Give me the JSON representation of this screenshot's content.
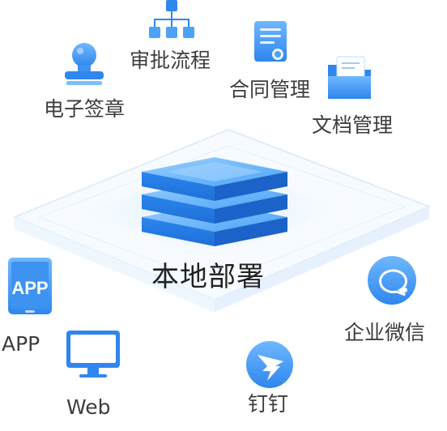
{
  "center": {
    "label": "本地部署"
  },
  "features": [
    {
      "id": "seal",
      "label": "电子签章",
      "icon": "seal-stamp-icon"
    },
    {
      "id": "approval",
      "label": "审批流程",
      "icon": "org-chart-icon"
    },
    {
      "id": "contract",
      "label": "合同管理",
      "icon": "contract-document-icon"
    },
    {
      "id": "document",
      "label": "文档管理",
      "icon": "folder-icon"
    }
  ],
  "platforms": [
    {
      "id": "app",
      "label": "APP",
      "icon": "tablet-app-icon",
      "icon_text": "APP"
    },
    {
      "id": "web",
      "label": "Web",
      "icon": "monitor-icon"
    },
    {
      "id": "dingtalk",
      "label": "钉钉",
      "icon": "dingtalk-icon"
    },
    {
      "id": "wecom",
      "label": "企业微信",
      "icon": "wecom-chat-icon"
    }
  ],
  "colors": {
    "primary": "#2f8ff5",
    "primary_light": "#7cc0ff",
    "line": "#c6e0fb",
    "text": "#3d3d3d"
  }
}
